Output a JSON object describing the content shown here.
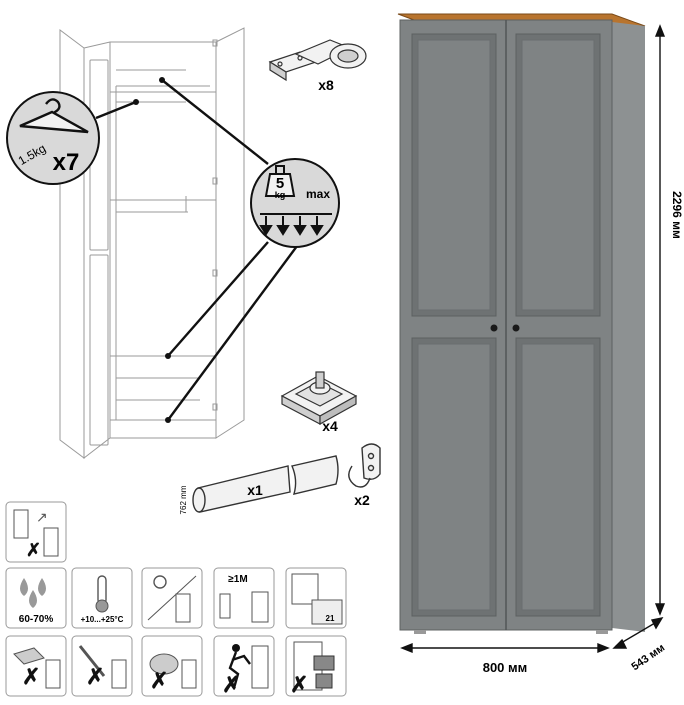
{
  "colors": {
    "cabinet_body": "#7f8384",
    "cabinet_panel": "#6e7273",
    "cabinet_edge": "#5c6061",
    "top_wood": "#b8742e",
    "line_art": "#9a9a9a",
    "icon_fill": "#d9d9d9",
    "ink": "#111111"
  },
  "dimensions": {
    "height": "2296 мм",
    "width": "800 мм",
    "depth": "543 мм"
  },
  "hanger": {
    "load": "1.5kg",
    "count": "x7"
  },
  "load_badge": {
    "weight": "5",
    "unit": "kg",
    "label": "max"
  },
  "hardware": [
    {
      "name": "hinge",
      "count": "x8"
    },
    {
      "name": "leveling-foot",
      "count": "x4"
    },
    {
      "name": "hanging-rail",
      "count": "x1",
      "length": "762 mm"
    },
    {
      "name": "rail-bracket",
      "count": "x2"
    }
  ],
  "care_icons": [
    {
      "name": "doors-open-not-closed-icon"
    },
    {
      "name": "humidity-icon",
      "label": "60-70%"
    },
    {
      "name": "temperature-icon",
      "label": "+10...+25°C"
    },
    {
      "name": "sunlight-icon"
    },
    {
      "name": "distance-from-heater-icon",
      "label": "≥1M"
    },
    {
      "name": "calendar-icon",
      "label": "21"
    },
    {
      "name": "no-wet-cleaning-icon"
    },
    {
      "name": "no-sharp-tools-icon"
    },
    {
      "name": "no-aggressive-chemicals-icon"
    },
    {
      "name": "no-climbing-icon"
    },
    {
      "name": "no-overload-icon"
    }
  ]
}
